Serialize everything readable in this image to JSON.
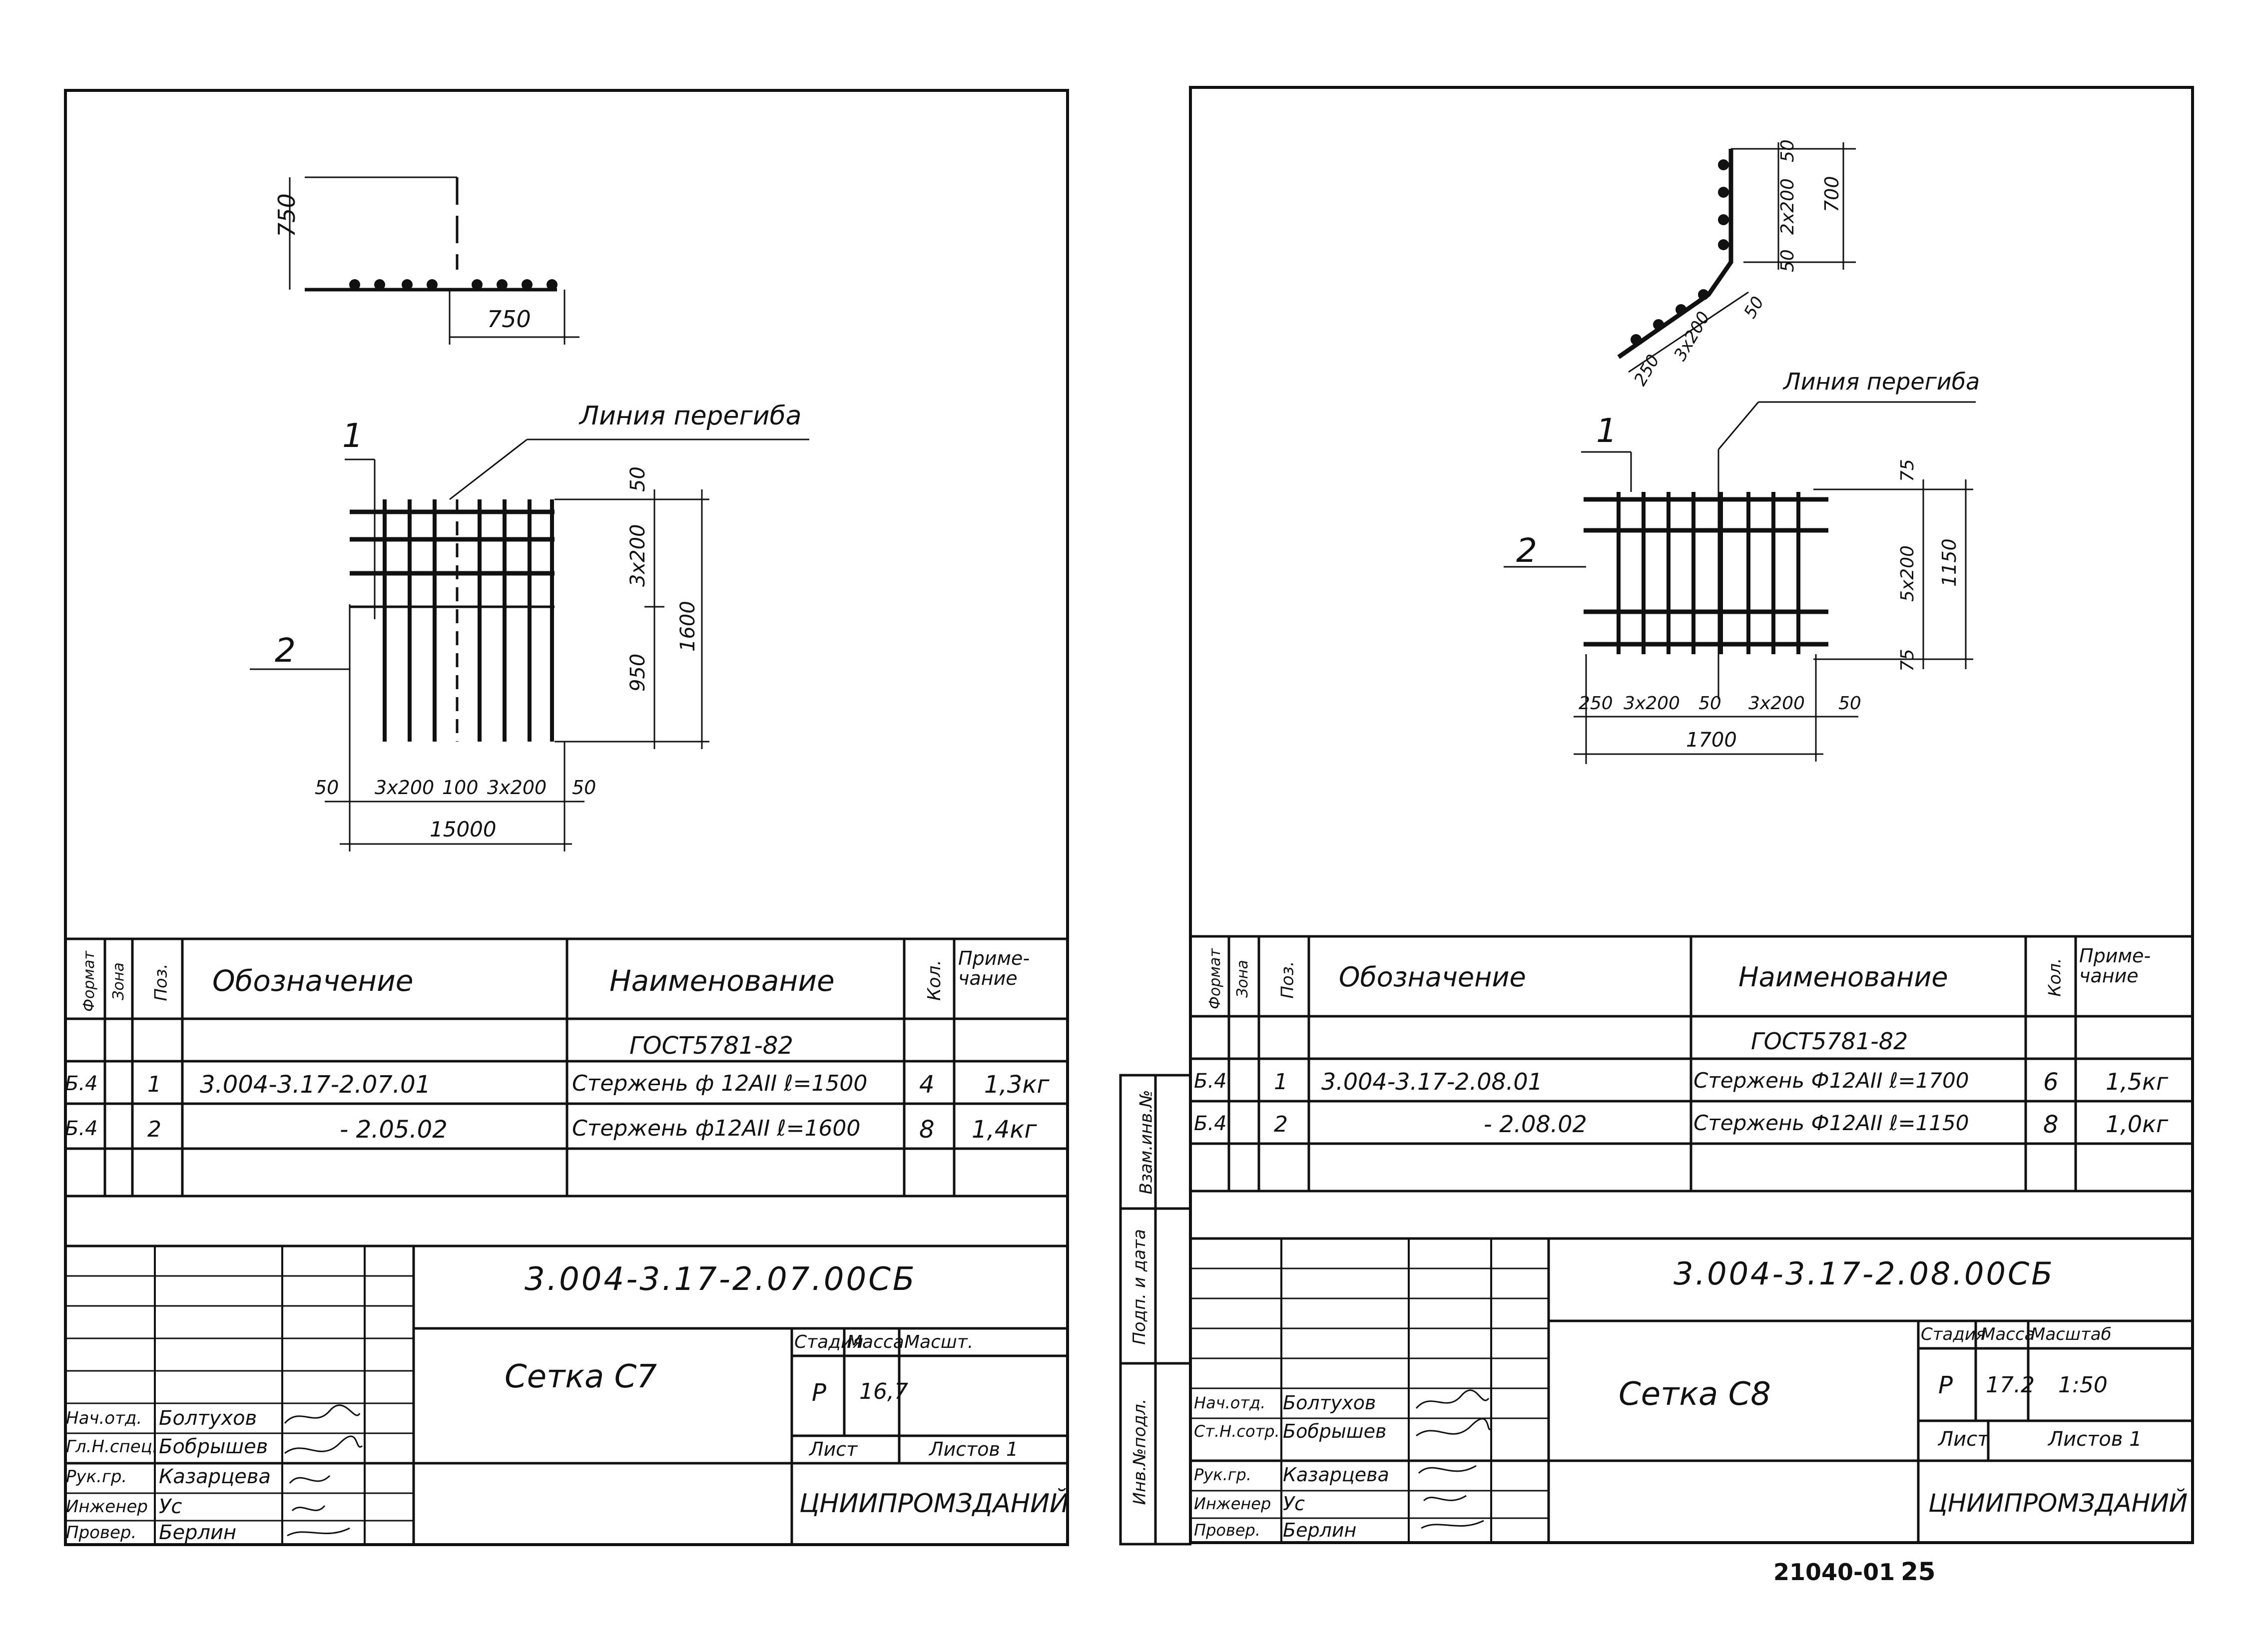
{
  "left": {
    "drawing": {
      "dim_height": "750",
      "dim_width": "750",
      "bend_label": "Линия перегиба",
      "callout_1": "1",
      "callout_2": "2",
      "dim_top_gap": "50",
      "dim_3x200": "3x200",
      "dim_950": "950",
      "dim_1600": "1600",
      "dim_bottom_50a": "50",
      "dim_bottom_3x200a": "3x200",
      "dim_bottom_100": "100",
      "dim_bottom_3x200b": "3x200",
      "dim_bottom_50b": "50",
      "dim_total": "15000"
    },
    "spec": {
      "headers": {
        "format": "Формат",
        "zone": "Зона",
        "pos": "Поз.",
        "designation": "Обозначение",
        "name": "Наименование",
        "qty": "Кол.",
        "note": "Приме-чание"
      },
      "standard": "ГОСТ5781-82",
      "rows": [
        {
          "format": "Б.4",
          "pos": "1",
          "designation": "3.004-3.17-2.07.01",
          "name": "Стержень ф 12АII ℓ=1500",
          "qty": "4",
          "note": "1,3кг"
        },
        {
          "format": "Б.4",
          "pos": "2",
          "designation": "- 2.05.02",
          "name": "Стержень ф12АII ℓ=1600",
          "qty": "8",
          "note": "1,4кг"
        }
      ]
    },
    "title_block": {
      "code": "3.004-3.17-2.07.00СБ",
      "title": "Сетка С7",
      "stage_label": "Стадия",
      "mass_label": "Масса",
      "scale_label": "Масшт.",
      "stage": "Р",
      "mass": "16,7",
      "scale": "",
      "sheet_label": "Лист",
      "sheets_label": "Листов 1",
      "org": "ЦНИИПРОМЗДАНИЙ",
      "roles": [
        {
          "role": "Нач.отд.",
          "name": "Болтухов"
        },
        {
          "role": "Гл.Н.спец.",
          "name": "Бобрышев"
        },
        {
          "role": "Рук.гр.",
          "name": "Казарцева"
        },
        {
          "role": "Инженер",
          "name": "Ус"
        },
        {
          "role": "Провер.",
          "name": "Берлин"
        }
      ]
    }
  },
  "right": {
    "drawing": {
      "dim_top_50a": "50",
      "dim_2x200": "2x200",
      "dim_700": "700",
      "dim_top_50b": "50",
      "dim_diag_250": "250",
      "dim_diag_3x200": "3x200",
      "dim_diag_50": "50",
      "bend_label": "Линия перегиба",
      "callout_1": "1",
      "callout_2": "2",
      "dim_75a": "75",
      "dim_5x200": "5x200",
      "dim_1150": "1150",
      "dim_75b": "75",
      "dim_bottom_250": "250",
      "dim_bottom_3x200a": "3x200",
      "dim_bottom_50a": "50",
      "dim_bottom_3x200b": "3x200",
      "dim_bottom_50b": "50",
      "dim_total": "1700"
    },
    "spec": {
      "headers": {
        "format": "Формат",
        "zone": "Зона",
        "pos": "Поз.",
        "designation": "Обозначение",
        "name": "Наименование",
        "qty": "Кол.",
        "note": "Приме-чание"
      },
      "standard": "ГОСТ5781-82",
      "rows": [
        {
          "format": "Б.4",
          "pos": "1",
          "designation": "3.004-3.17-2.08.01",
          "name": "Стержень Ф12АII ℓ=1700",
          "qty": "6",
          "note": "1,5кг"
        },
        {
          "format": "Б.4",
          "pos": "2",
          "designation": "- 2.08.02",
          "name": "Стержень Ф12АII ℓ=1150",
          "qty": "8",
          "note": "1,0кг"
        }
      ]
    },
    "title_block": {
      "code": "3.004-3.17-2.08.00СБ",
      "title": "Сетка С8",
      "stage_label": "Стадия",
      "mass_label": "Масса",
      "scale_label": "Масштаб",
      "stage": "Р",
      "mass": "17.2",
      "scale": "1:50",
      "sheet_label": "Лист",
      "sheets_label": "Листов 1",
      "org": "ЦНИИПРОМЗДАНИЙ",
      "roles": [
        {
          "role": "Нач.отд.",
          "name": "Болтухов"
        },
        {
          "role": "Ст.Н.сотр.",
          "name": "Бобрышев"
        },
        {
          "role": "Рук.гр.",
          "name": "Казарцева"
        },
        {
          "role": "Инженер",
          "name": "Ус"
        },
        {
          "role": "Провер.",
          "name": "Берлин"
        }
      ]
    },
    "side_strip": [
      "Взам.инв.№",
      "Подп. и дата",
      "Инв.№подл."
    ]
  },
  "footer": {
    "number": "21040-01",
    "page": "25"
  }
}
